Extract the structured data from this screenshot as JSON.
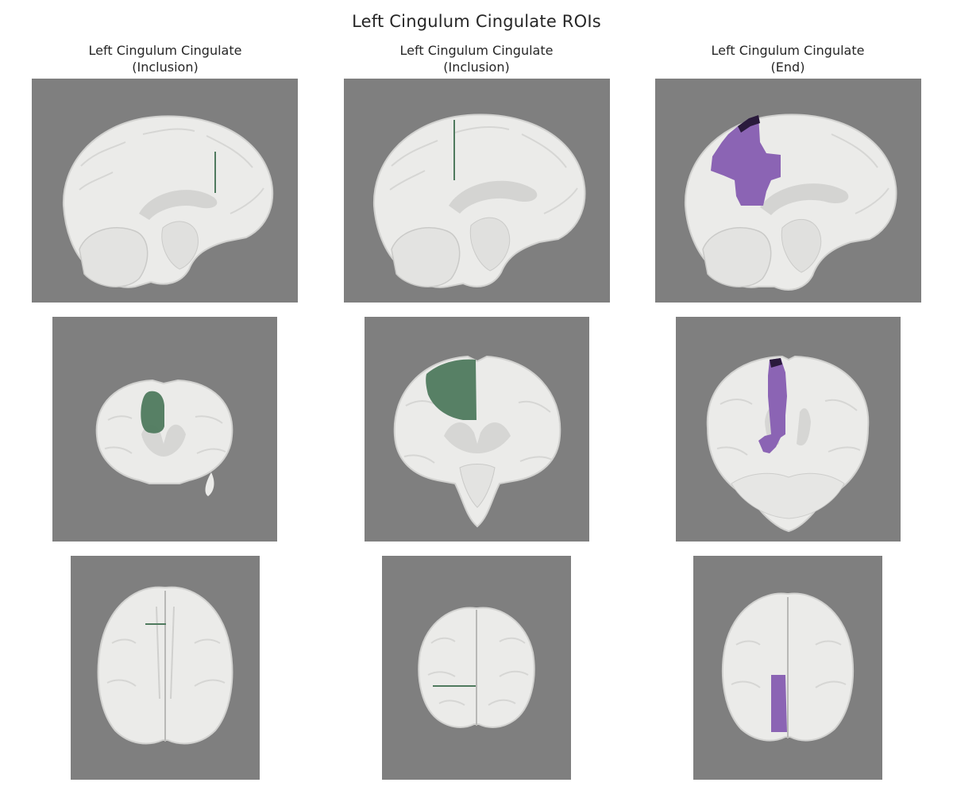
{
  "figure": {
    "title": "Left Cingulum Cingulate ROIs"
  },
  "columns": [
    {
      "title_line1": "Left Cingulum Cingulate",
      "title_line2": "(Inclusion)"
    },
    {
      "title_line1": "Left Cingulum Cingulate",
      "title_line2": "(Inclusion)"
    },
    {
      "title_line1": "Left Cingulum Cingulate",
      "title_line2": "(End)"
    }
  ],
  "colors": {
    "background": "#7f7f7f",
    "brain_tissue": "#ebebe9",
    "brain_outline": "#cfcfcd",
    "inclusion_roi": "#4f7a5e",
    "end_roi": "#8b64b4",
    "end_roi_dark": "#2a1a3c"
  },
  "views": [
    "sagittal",
    "coronal",
    "axial"
  ]
}
